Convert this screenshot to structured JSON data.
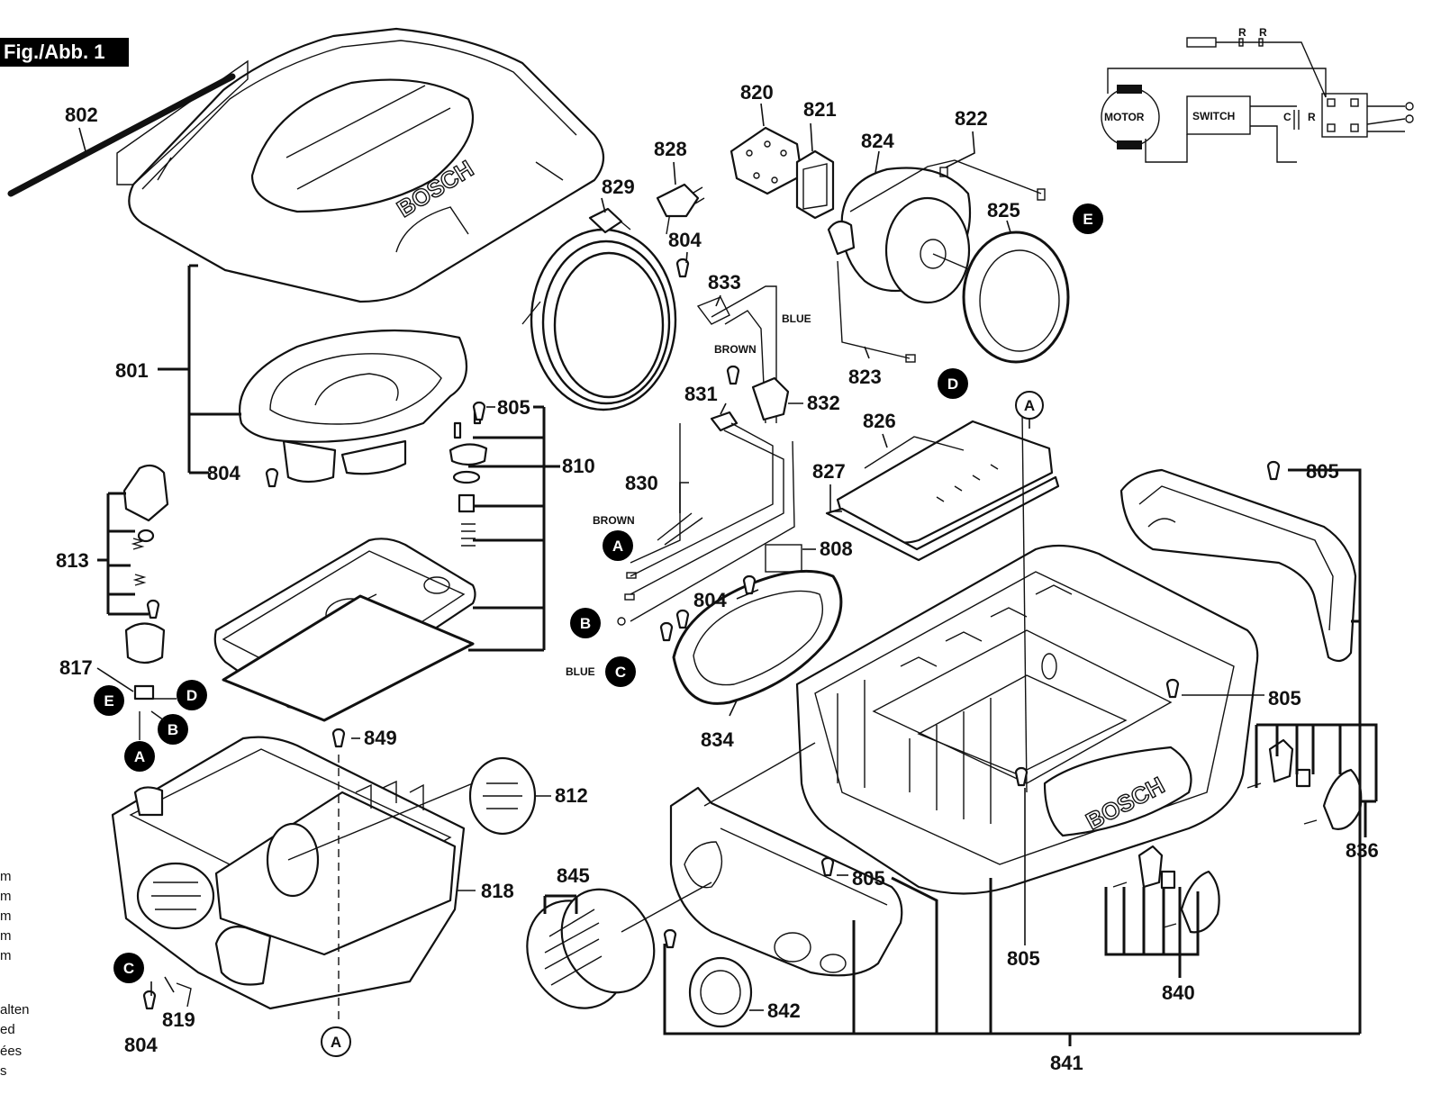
{
  "figure_label": "Fig./Abb. 1",
  "brand": "BOSCH",
  "schematic": {
    "motor": "MOTOR",
    "switch": "SWITCH",
    "r1": "R",
    "r2": "R",
    "c": "C",
    "r3": "R"
  },
  "wires": {
    "brown_top": "BROWN",
    "blue_top": "BLUE",
    "brown_left": "BROWN",
    "blue_left": "BLUE"
  },
  "markers": {
    "e_right": "E",
    "d_right": "D",
    "a_top": "A",
    "a_left": "A",
    "b_left": "B",
    "c_left": "C",
    "e_switch": "E",
    "d_switch": "D",
    "b_switch": "B",
    "a_switch": "A",
    "c_bottom": "C",
    "a_bottom": "A"
  },
  "parts": {
    "p802": "802",
    "p801": "801",
    "p804a": "804",
    "p813": "813",
    "p817": "817",
    "p805a": "805",
    "p810": "810",
    "p849": "849",
    "p812": "812",
    "p818": "818",
    "p804b": "804",
    "p819": "819",
    "p829": "829",
    "p828": "828",
    "p804c": "804",
    "p833": "833",
    "p831": "831",
    "p832": "832",
    "p830": "830",
    "p804d": "804",
    "p808": "808",
    "p834": "834",
    "p820": "820",
    "p821": "821",
    "p824": "824",
    "p822": "822",
    "p825": "825",
    "p823": "823",
    "p826": "826",
    "p827": "827",
    "p805b": "805",
    "p805c": "805",
    "p805d": "805",
    "p805e": "805",
    "p836": "836",
    "p840": "840",
    "p845": "845",
    "p842": "842",
    "p841": "841"
  },
  "edge_text": [
    "m",
    "m",
    "m",
    "m",
    "m",
    "alten",
    "ed",
    "ées",
    "s"
  ]
}
